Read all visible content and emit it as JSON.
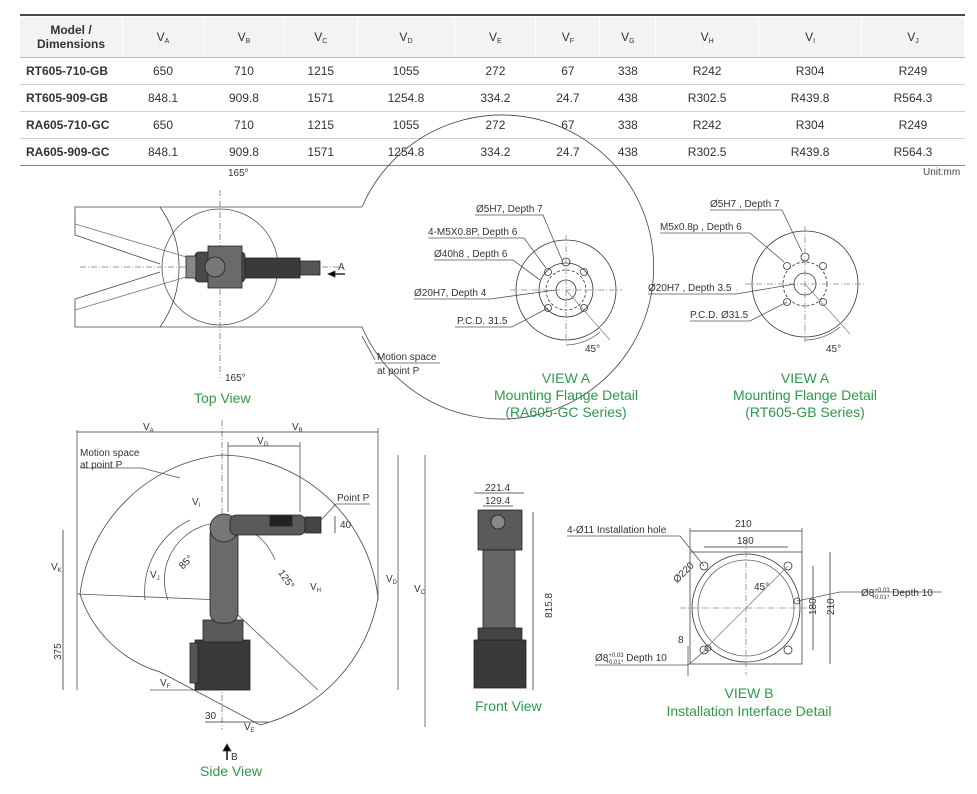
{
  "table": {
    "header_model": "Model /",
    "header_dims": "Dimensions",
    "columns": [
      {
        "base": "V",
        "sub": "A"
      },
      {
        "base": "V",
        "sub": "B"
      },
      {
        "base": "V",
        "sub": "C"
      },
      {
        "base": "V",
        "sub": "D"
      },
      {
        "base": "V",
        "sub": "E"
      },
      {
        "base": "V",
        "sub": "F"
      },
      {
        "base": "V",
        "sub": "G"
      },
      {
        "base": "V",
        "sub": "H"
      },
      {
        "base": "V",
        "sub": "I"
      },
      {
        "base": "V",
        "sub": "J"
      }
    ],
    "rows": [
      {
        "model": "RT605-710-GB",
        "values": [
          "650",
          "710",
          "1215",
          "1055",
          "272",
          "67",
          "338",
          "R242",
          "R304",
          "R249"
        ]
      },
      {
        "model": "RT605-909-GB",
        "values": [
          "848.1",
          "909.8",
          "1571",
          "1254.8",
          "334.2",
          "24.7",
          "438",
          "R302.5",
          "R439.8",
          "R564.3"
        ]
      },
      {
        "model": "RA605-710-GC",
        "values": [
          "650",
          "710",
          "1215",
          "1055",
          "272",
          "67",
          "338",
          "R242",
          "R304",
          "R249"
        ]
      },
      {
        "model": "RA605-909-GC",
        "values": [
          "848.1",
          "909.8",
          "1571",
          "1254.8",
          "334.2",
          "24.7",
          "438",
          "R302.5",
          "R439.8",
          "R564.3"
        ]
      }
    ]
  },
  "unit": "Unit:mm",
  "top_view": {
    "angle_top": "165°",
    "angle_bottom": "165°",
    "arrow_label": "A",
    "motion_label_1": "Motion space",
    "motion_label_2": "at point P",
    "caption": "Top View"
  },
  "flange_gc": {
    "l1": "Ø5H7, Depth 7",
    "l2": "4-M5X0.8P, Depth 6",
    "l3": "Ø40h8 , Depth 6",
    "l4": "Ø20H7, Depth 4",
    "l5": "P.C.D. 31.5",
    "angle": "45°",
    "caption_1": "VIEW A",
    "caption_2": "Mounting Flange Detail",
    "caption_3": "(RA605-GC Series)"
  },
  "flange_gb": {
    "l1": "Ø5H7 , Depth 7",
    "l2": "M5x0.8p , Depth 6",
    "l3": "Ø20H7 , Depth 3.5",
    "l4": "P.C.D. Ø31.5",
    "angle": "45°",
    "caption_1": "VIEW A",
    "caption_2": "Mounting Flange Detail",
    "caption_3": "(RT605-GB Series)"
  },
  "side_view": {
    "motion_label_1": "Motion space",
    "motion_label_2": "at point P",
    "point_p": "Point P",
    "dim_40": "40",
    "dim_375": "375",
    "dim_30": "30",
    "angle_85": "85°",
    "angle_125": "125°",
    "arrow_b": "B",
    "caption": "Side View"
  },
  "front_view": {
    "dim_1": "221.4",
    "dim_2": "129.4",
    "dim_3": "815.8",
    "caption": "Front View"
  },
  "view_b": {
    "holes": "4-Ø11 Installation hole",
    "dim_210_top": "210",
    "dim_180_top": "180",
    "dia_220": "Ø220",
    "angle_45": "45°",
    "dim_180_right": "180",
    "dim_210_right": "210",
    "pin_right": "Ø8",
    "pin_tol_plus": "+0.03",
    "pin_tol_minus": "+0.01",
    "pin_right_depth": ", Depth 10",
    "dim_8": "8",
    "pin_left": "Ø8",
    "pin_left_depth": ", Depth 10",
    "caption_1": "VIEW B",
    "caption_2": "Installation Interface Detail"
  }
}
